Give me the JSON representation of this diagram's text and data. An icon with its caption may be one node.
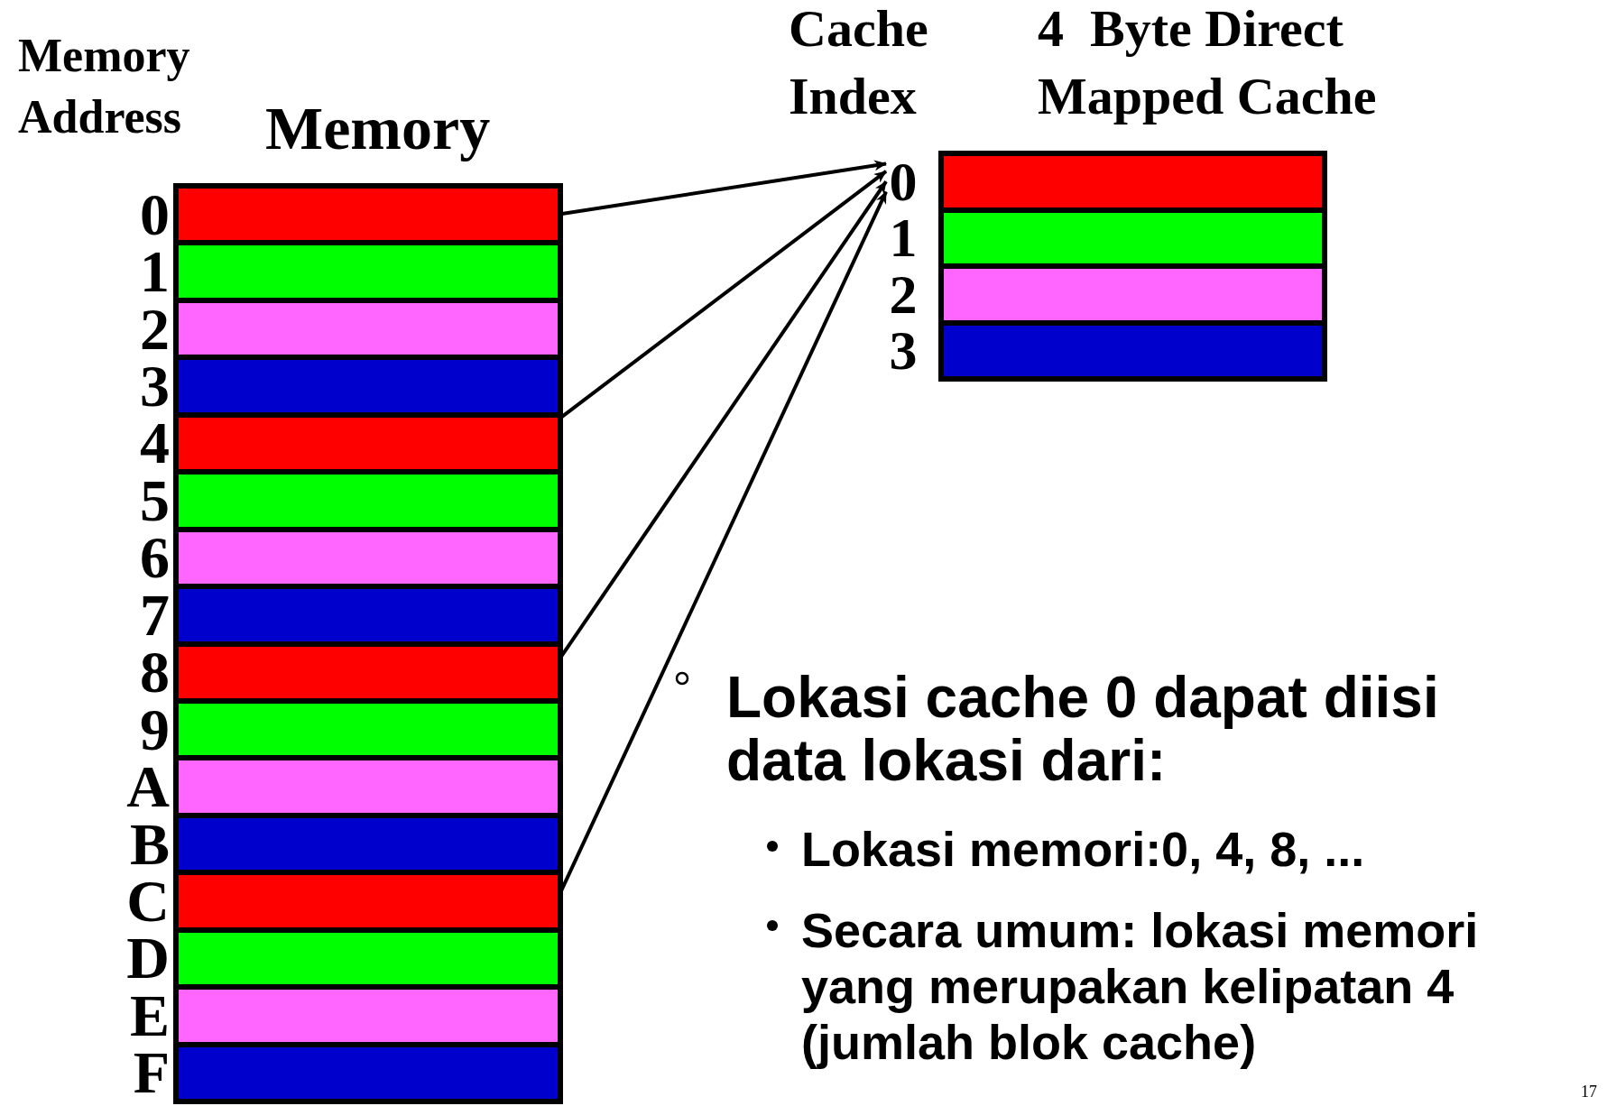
{
  "diagram": {
    "nodes": [
      {
        "text": [
          "Memory"
        ]
      },
      {
        "text": [],
        "shape": "bar",
        "in": 0,
        "beside": [
          "0"
        ]
      },
      {
        "text": [],
        "shape": "bar",
        "in": 0,
        "beside": [
          "1"
        ]
      },
      {
        "text": [],
        "shape": "bar",
        "in": 0,
        "beside": [
          "2"
        ]
      },
      {
        "text": [],
        "shape": "bar",
        "in": 0,
        "beside": [
          "3"
        ]
      },
      {
        "text": [],
        "shape": "bar",
        "in": 0,
        "beside": [
          "4"
        ]
      },
      {
        "text": [],
        "shape": "bar",
        "in": 0,
        "beside": [
          "5"
        ]
      },
      {
        "text": [],
        "shape": "bar",
        "in": 0,
        "beside": [
          "6"
        ]
      },
      {
        "text": [],
        "shape": "bar",
        "in": 0,
        "beside": [
          "7"
        ]
      },
      {
        "text": [],
        "shape": "bar",
        "in": 0,
        "beside": [
          "8"
        ]
      },
      {
        "text": [],
        "shape": "bar",
        "in": 0,
        "beside": [
          "9"
        ]
      },
      {
        "text": [],
        "shape": "bar",
        "in": 0,
        "beside": [
          "A"
        ]
      },
      {
        "text": [],
        "shape": "bar",
        "in": 0,
        "beside": [
          "B"
        ]
      },
      {
        "text": [],
        "shape": "bar",
        "in": 0,
        "beside": [
          "C"
        ]
      },
      {
        "text": [],
        "shape": "bar",
        "in": 0,
        "beside": [
          "D"
        ]
      },
      {
        "text": [],
        "shape": "bar",
        "in": 0,
        "beside": [
          "E"
        ]
      },
      {
        "text": [],
        "shape": "bar",
        "in": 0,
        "beside": [
          "F"
        ]
      },
      {
        "text": [
          "0"
        ]
      },
      {
        "text": [
          "1"
        ]
      },
      {
        "text": [
          "2"
        ]
      },
      {
        "text": [
          "3"
        ]
      },
      {
        "text": [
          "4  Byte Direct Mapped Cache"
        ]
      },
      {
        "text": [],
        "shape": "bar",
        "in": 21
      },
      {
        "text": [],
        "shape": "bar",
        "in": 21
      },
      {
        "text": [],
        "shape": "bar",
        "in": 21
      },
      {
        "text": [],
        "shape": "bar",
        "in": 21
      }
    ],
    "edges": [
      {
        "from": 1,
        "to": 17,
        "arrow": "to"
      },
      {
        "from": 5,
        "to": 17,
        "arrow": "to"
      },
      {
        "from": 9,
        "to": 17,
        "arrow": "to"
      },
      {
        "from": 13,
        "to": 17,
        "arrow": "to"
      }
    ],
    "labels": [
      "Memory Address",
      "Cache Index",
      "Lokasi cache 0 dapat diisi data lokasi dari:",
      "Lokasi memori:0, 4, 8, ...",
      "Secara umum: lokasi memori yang merupakan kelipatan 4 (jumlah blok cache)",
      "17"
    ]
  }
}
